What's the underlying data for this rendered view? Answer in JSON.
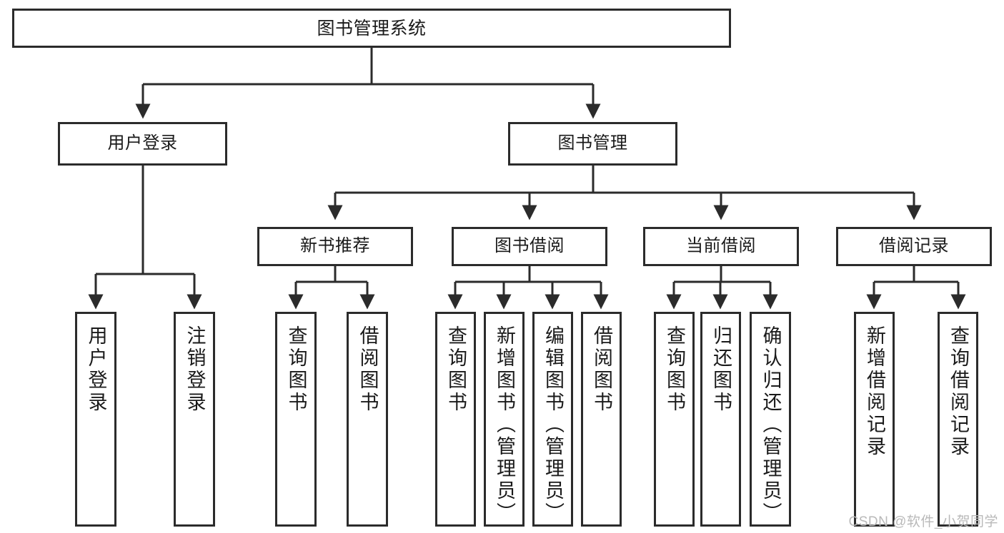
{
  "diagram": {
    "title": "图书管理系统",
    "type": "tree-hierarchy-chart",
    "watermark": "CSDN @软件_小贺同学",
    "colors": {
      "box_border": "#2b2b2b",
      "box_fill": "#ffffff",
      "edge": "#2b2b2b",
      "text": "#1a1a1a",
      "watermark": "#b9b9b9",
      "background": "#ffffff"
    },
    "root": {
      "label": "图书管理系统"
    },
    "level2": [
      {
        "id": "user-login",
        "label": "用户登录"
      },
      {
        "id": "book-manage",
        "label": "图书管理"
      }
    ],
    "level3": [
      {
        "id": "new-book-recommend",
        "label": "新书推荐"
      },
      {
        "id": "book-borrow",
        "label": "图书借阅"
      },
      {
        "id": "current-borrow",
        "label": "当前借阅"
      },
      {
        "id": "borrow-record",
        "label": "借阅记录"
      }
    ],
    "leaves": {
      "user-login": [
        {
          "id": "leaf-user-login",
          "label": "用户登录"
        },
        {
          "id": "leaf-logout-login",
          "label": "注销登录"
        }
      ],
      "new-book-recommend": [
        {
          "id": "leaf-query-book-1",
          "label": "查询图书"
        },
        {
          "id": "leaf-borrow-book-1",
          "label": "借阅图书"
        }
      ],
      "book-borrow": [
        {
          "id": "leaf-query-book-2",
          "label": "查询图书"
        },
        {
          "id": "leaf-add-book",
          "label": "新增图书（管理员）"
        },
        {
          "id": "leaf-edit-book",
          "label": "编辑图书（管理员）"
        },
        {
          "id": "leaf-borrow-book-2",
          "label": "借阅图书"
        }
      ],
      "current-borrow": [
        {
          "id": "leaf-query-book-3",
          "label": "查询图书"
        },
        {
          "id": "leaf-return-book",
          "label": "归还图书"
        },
        {
          "id": "leaf-confirm-return",
          "label": "确认归还（管理员）"
        }
      ],
      "borrow-record": [
        {
          "id": "leaf-add-record",
          "label": "新增借阅记录"
        },
        {
          "id": "leaf-query-record",
          "label": "查询借阅记录"
        }
      ]
    }
  }
}
